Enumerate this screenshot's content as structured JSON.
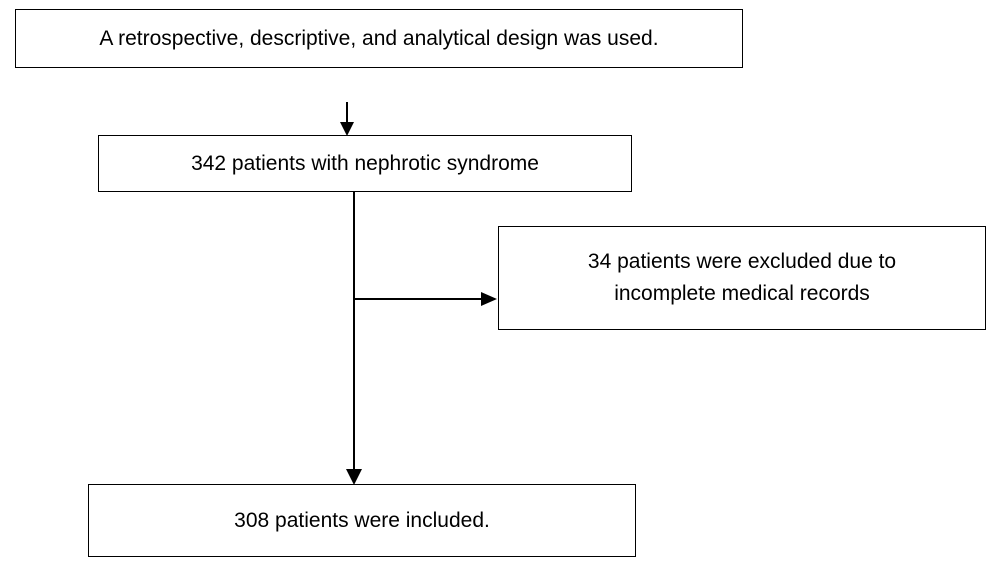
{
  "flowchart": {
    "design": "A retrospective, descriptive, and analytical design was used.",
    "patients": "342 patients with nephrotic syndrome",
    "excluded": {
      "line1": "34 patients were excluded due to",
      "line2": "incomplete medical records"
    },
    "included": "308 patients were included."
  },
  "colors": {
    "stroke": "#000000",
    "background": "#ffffff"
  }
}
